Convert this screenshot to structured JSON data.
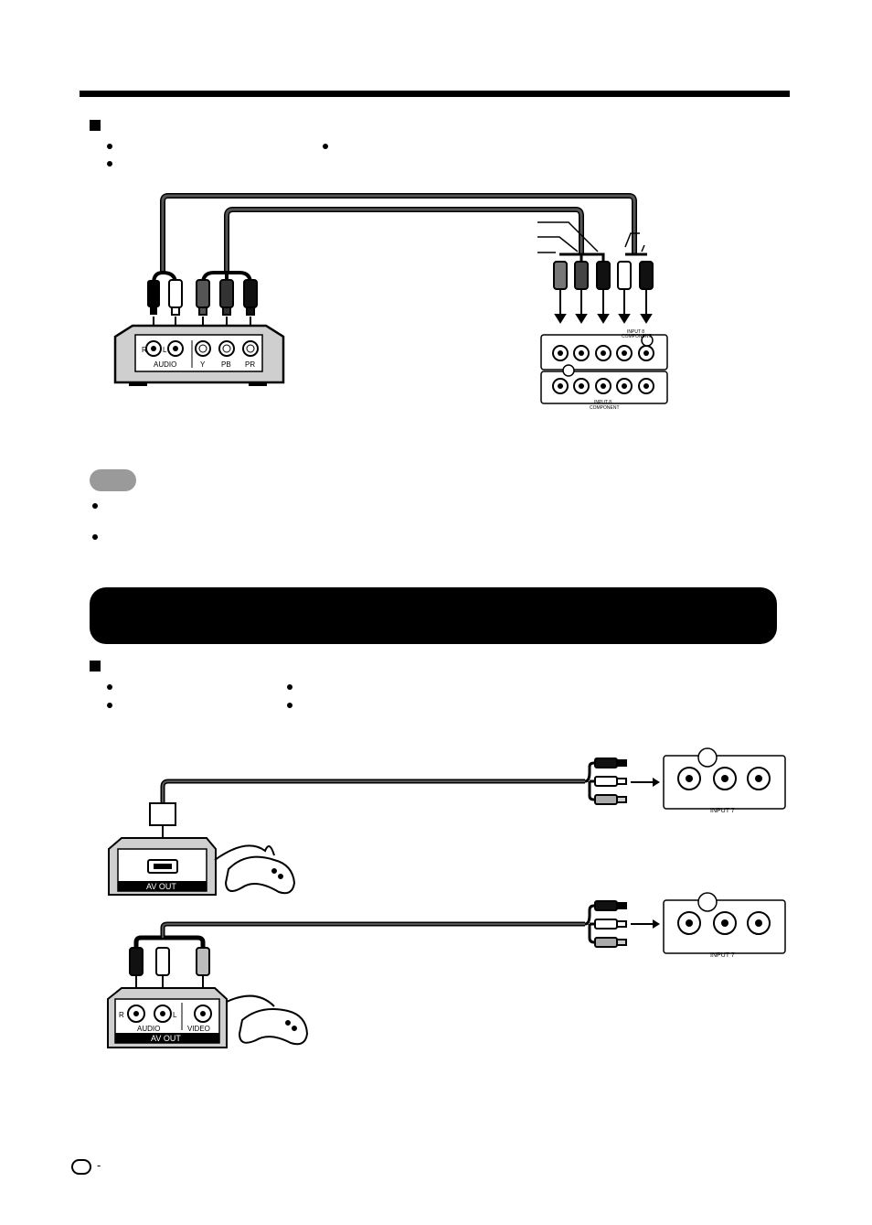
{
  "labels": {
    "audio": "AUDIO",
    "r": "R",
    "l": "L",
    "y": "Y",
    "pb": "PB",
    "pr": "PR",
    "input8": "INPUT 8",
    "component": "COMPONENT",
    "input7": "INPUT 7",
    "av_out": "AV OUT",
    "video": "VIDEO",
    "page_dash": "-"
  },
  "colors": {
    "ink": "#000000",
    "banner": "#000000",
    "note_pill": "#9a9a9a"
  }
}
